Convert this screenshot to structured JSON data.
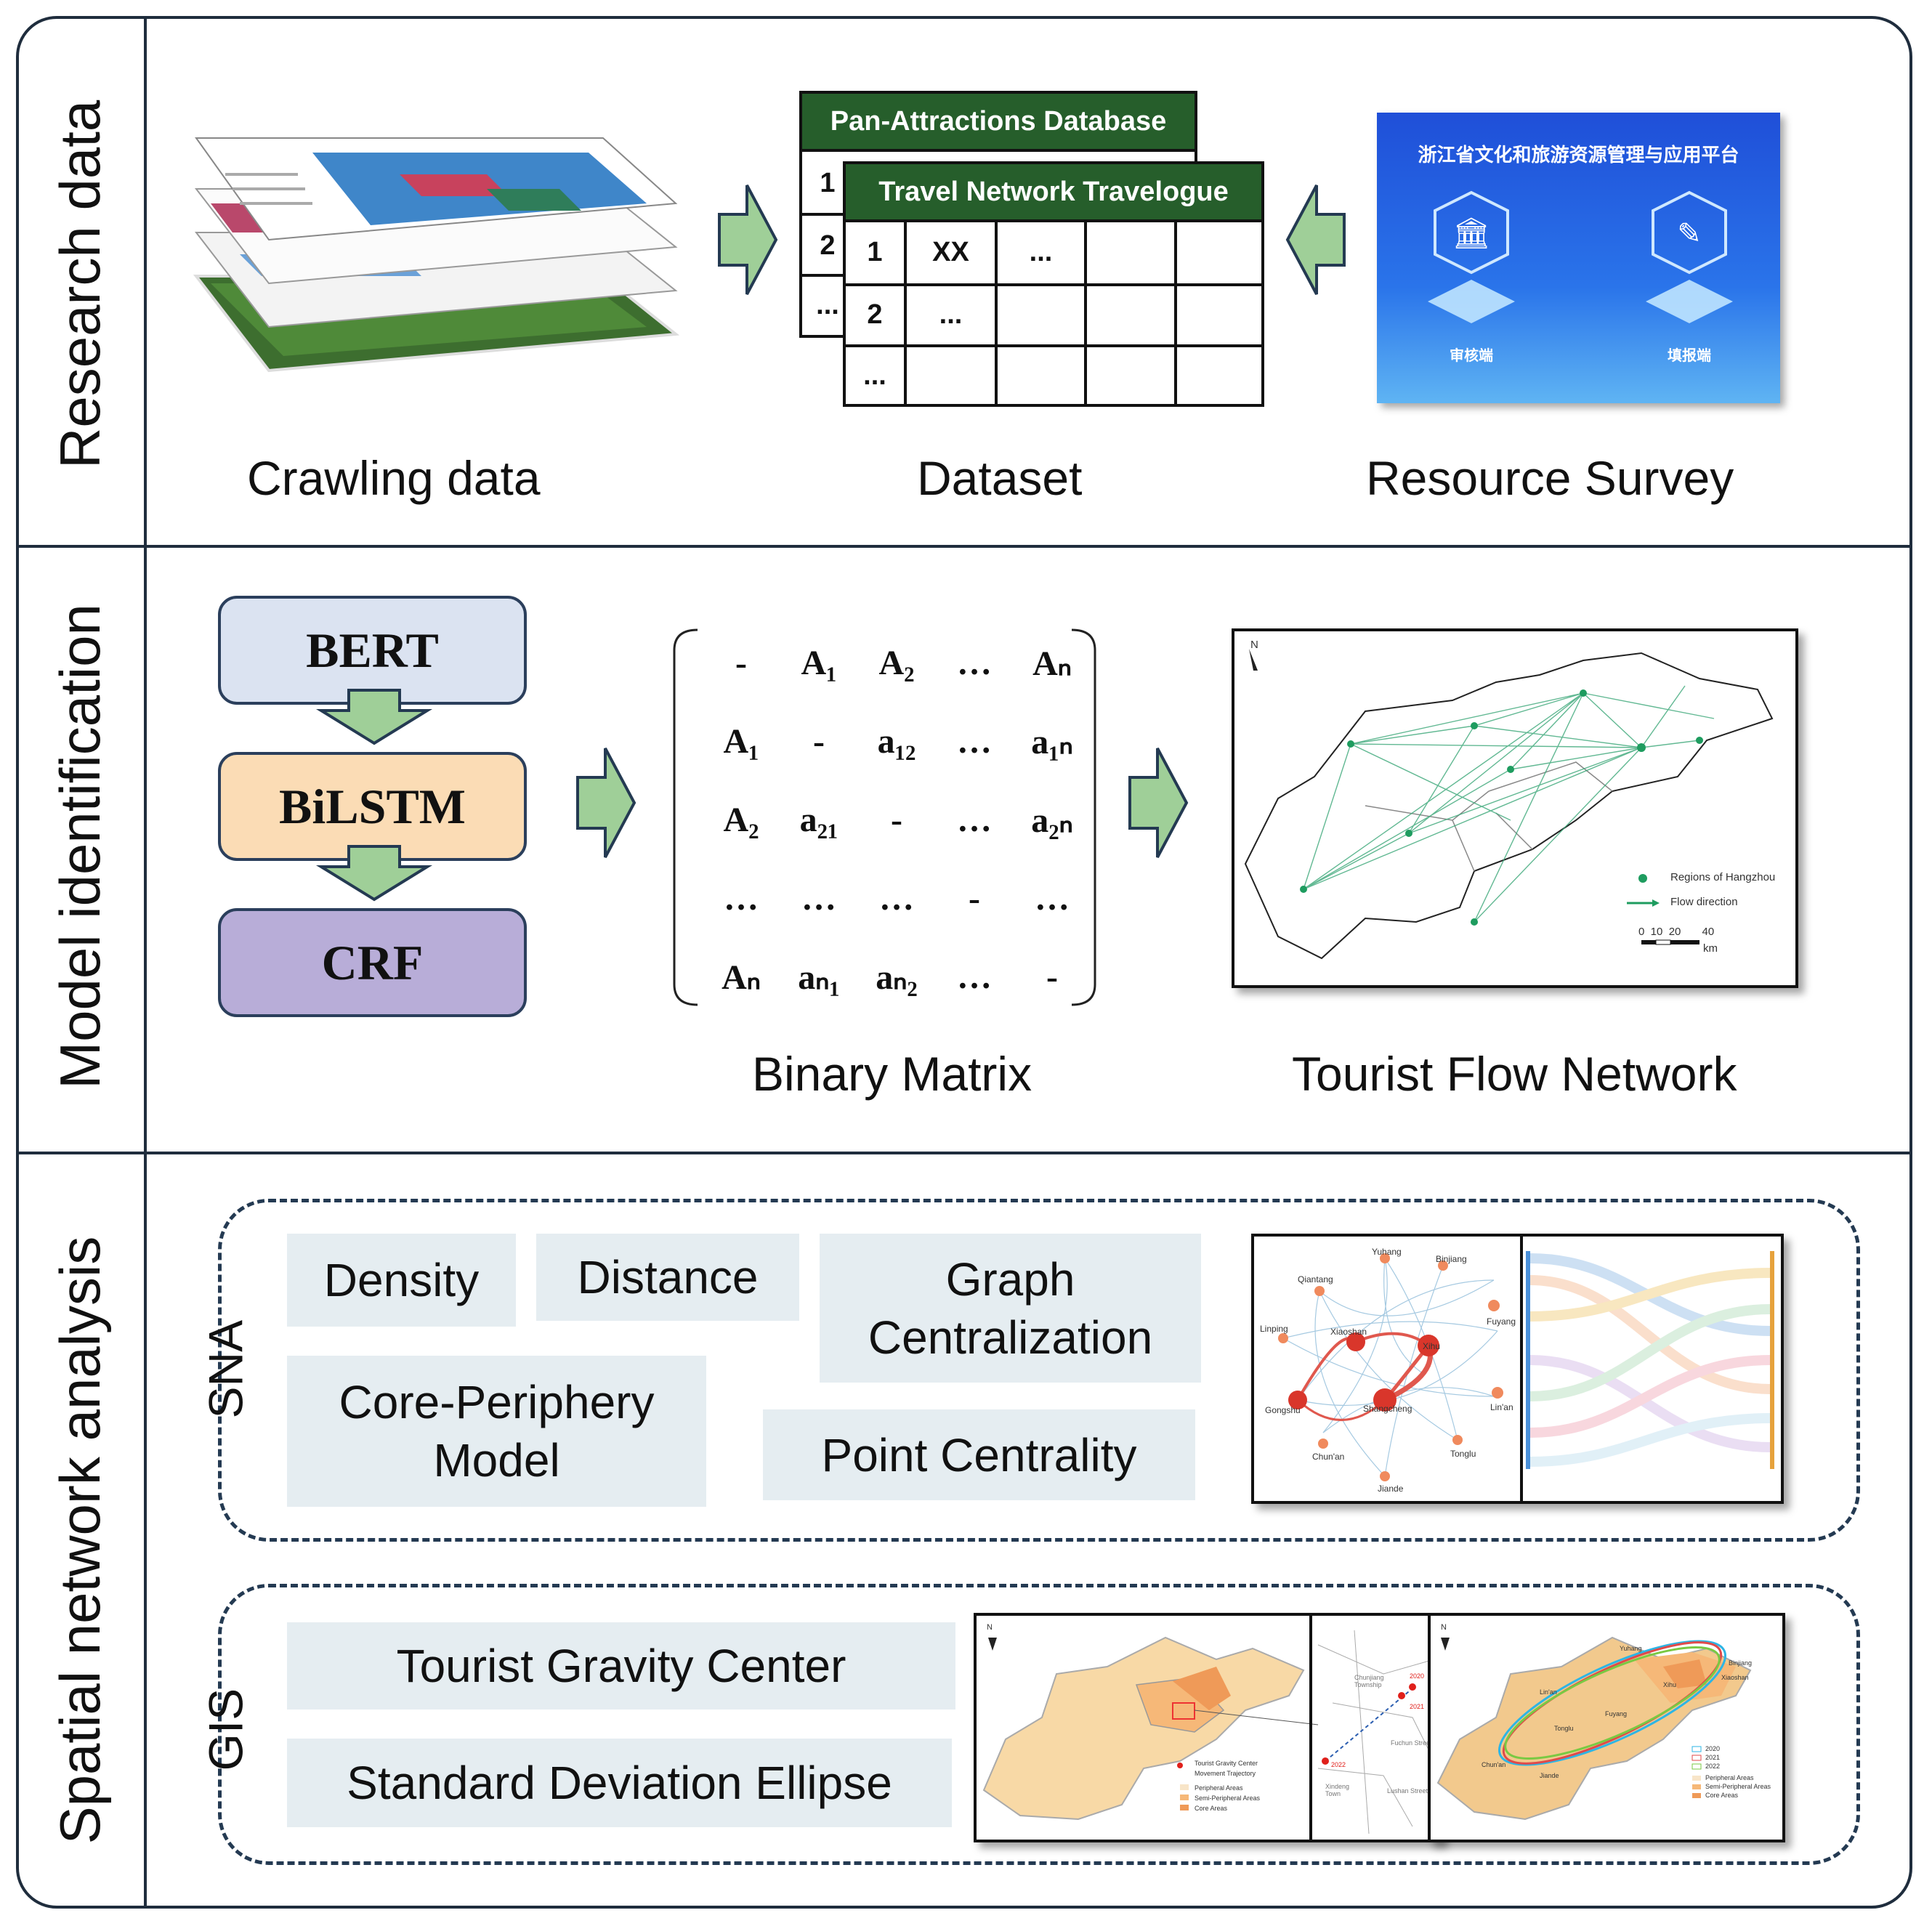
{
  "rows": {
    "research": "Research data",
    "model": "Model identification",
    "spatial": "Spatial network analysis"
  },
  "research": {
    "crawling_caption": "Crawling data",
    "dataset_caption": "Dataset",
    "survey_caption": "Resource Survey",
    "db_back_title": "Pan-Attractions Database",
    "db_front_title": "Travel Network Travelogue",
    "db_back_rows": [
      "1",
      "2",
      "..."
    ],
    "db_front_cells": {
      "r1c1": "1",
      "r1c2": "XX",
      "r1c3": "...",
      "r2c1": "2",
      "r2c2": "...",
      "r3c1": "..."
    },
    "platform_title": "浙江省文化和旅游资源管理与应用平台",
    "platform_left_label": "审核端",
    "platform_right_label": "填报端"
  },
  "model": {
    "bert": "BERT",
    "bilstm": "BiLSTM",
    "crf": "CRF",
    "matrix_caption": "Binary Matrix",
    "network_caption": "Tourist Flow Network",
    "matrix": [
      [
        "-",
        "A₁",
        "A₂",
        "…",
        "Aₙ"
      ],
      [
        "A₁",
        "-",
        "a₁₂",
        "…",
        "a₁ₙ"
      ],
      [
        "A₂",
        "a₂₁",
        "-",
        "…",
        "a₂ₙ"
      ],
      [
        "…",
        "…",
        "…",
        "-",
        "…"
      ],
      [
        "Aₙ",
        "aₙ₁",
        "aₙ₂",
        "…",
        "-"
      ]
    ],
    "map_north": "N",
    "map_legend_regions": "Regions of Hangzhou",
    "map_legend_flow": "Flow direction",
    "map_scale": "0  10  20       40",
    "map_scale_unit": "km"
  },
  "spatial": {
    "sna_label": "SNA",
    "gis_label": "GIS",
    "density": "Density",
    "distance": "Distance",
    "graph_centralization": "Graph Centralization",
    "core_periphery": "Core-Periphery Model",
    "point_centrality": "Point Centrality",
    "gravity_center": "Tourist Gravity Center",
    "sde": "Standard Deviation Ellipse",
    "chord_nodes": [
      "Yuhang",
      "Binjiang",
      "Fuyang",
      "Lin'an",
      "Tonglu",
      "Jiande",
      "Chun'an",
      "Gongshu",
      "Linping",
      "Qiantang",
      "Xiaoshan",
      "Xihu",
      "Shangcheng"
    ],
    "gis_north": "N",
    "gis_legend": [
      "Tourist Gravity Center",
      "Movement Trajectory",
      "Peripheral Areas",
      "Semi-Peripheral Areas",
      "Core Areas"
    ],
    "gis_years": [
      "2020",
      "2021",
      "2022"
    ],
    "gis_zoom_labels": [
      "Chunjiang Township",
      "Fuchun Street",
      "Xindeng Town",
      "Lushan Street"
    ],
    "sde_places": [
      "Yuhang",
      "Lin'an",
      "Fuyang",
      "Tonglu",
      "Chun'an",
      "Jiande",
      "Xihu",
      "Xiaoshan",
      "Binjiang"
    ]
  }
}
